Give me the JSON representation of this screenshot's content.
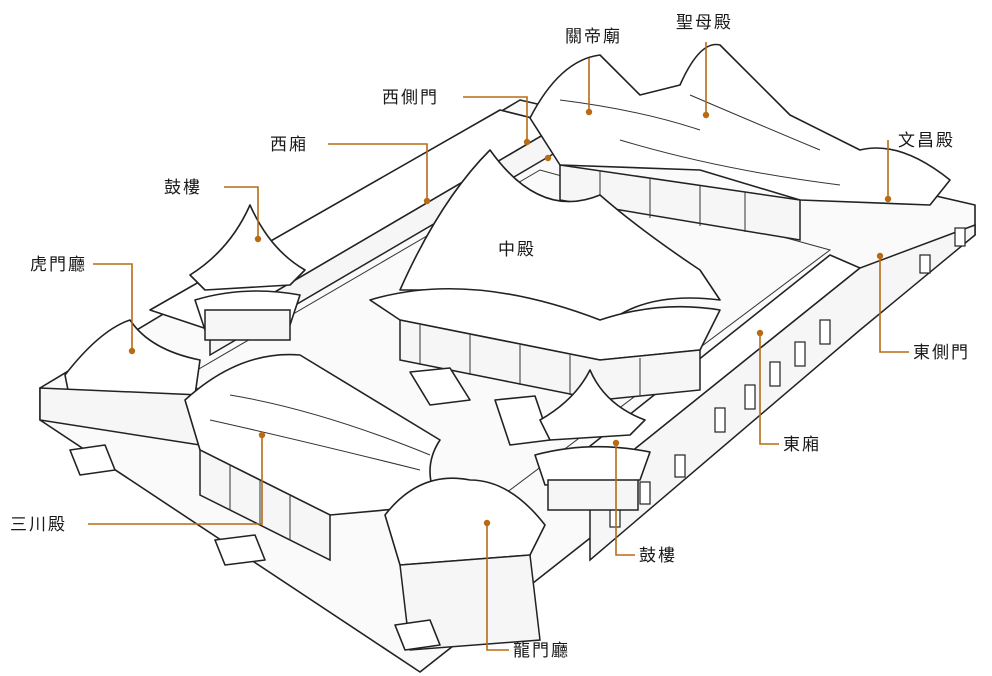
{
  "labels": {
    "guandimiao": "關帝廟",
    "shengmudian": "聖母殿",
    "xicemen": "西側門",
    "xixiang": "西廂",
    "wenchangdian": "文昌殿",
    "gulou_west": "鼓樓",
    "zhongdian": "中殿",
    "humenting": "虎門廳",
    "dongcemen": "東側門",
    "dongxiang": "東廂",
    "sanchuandian": "三川殿",
    "gulou_east": "鼓樓",
    "longmenting": "龍門廳"
  },
  "colors": {
    "leader": "#b86b14",
    "ink": "#222222",
    "background": "#ffffff"
  }
}
